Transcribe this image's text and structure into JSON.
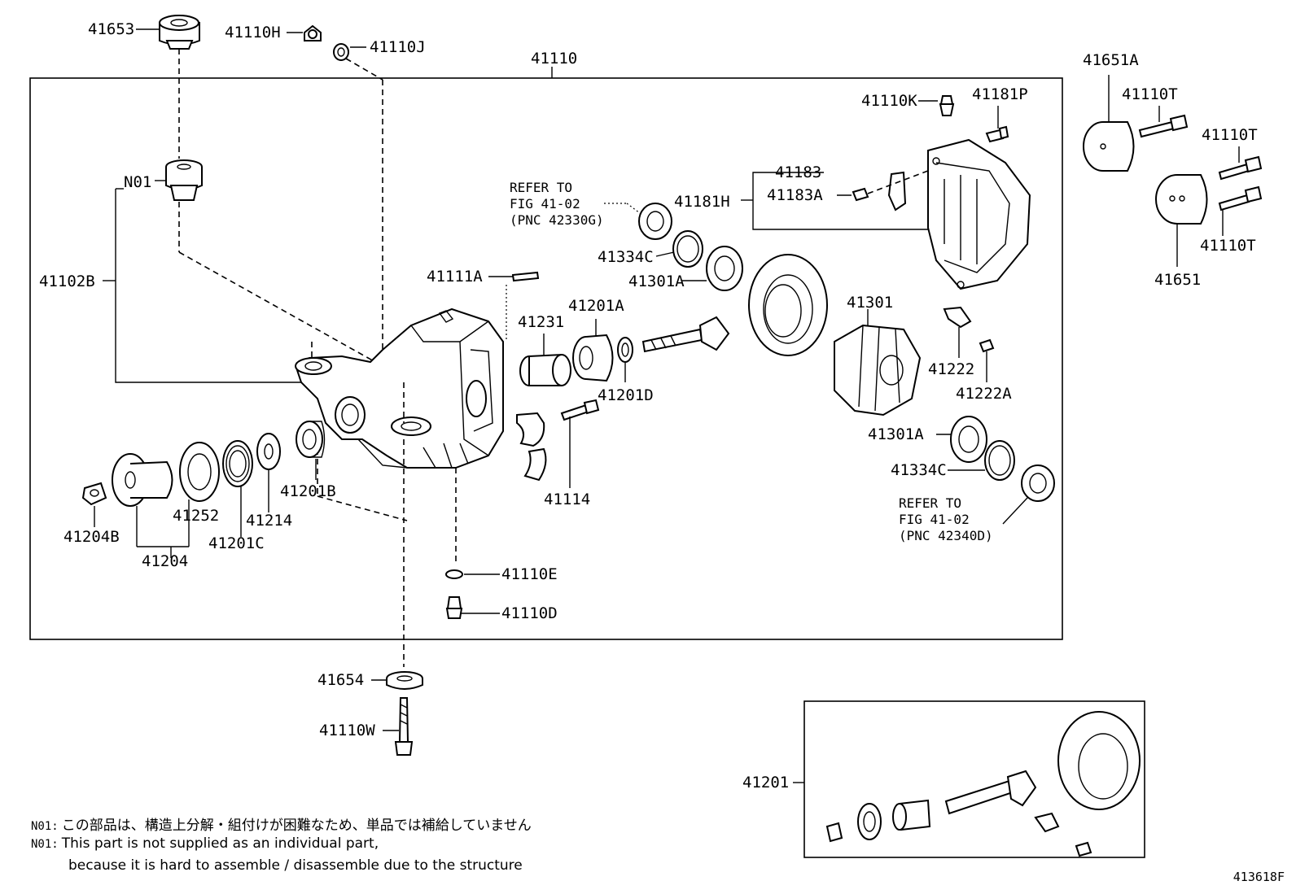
{
  "labels": {
    "p41653": "41653",
    "p41110H": "41110H",
    "p41110J": "41110J",
    "p41110": "41110",
    "p41651A": "41651A",
    "p41110T_a": "41110T",
    "p41110T_b": "41110T",
    "p41110T_c": "41110T",
    "p41651": "41651",
    "p41110K": "41110K",
    "p41181P": "41181P",
    "p41183": "41183",
    "p41181H": "41181H",
    "p41183A": "41183A",
    "n01": "N01",
    "p41102B": "41102B",
    "p41334C_a": "41334C",
    "p41301A_a": "41301A",
    "p41111A": "41111A",
    "p41231": "41231",
    "p41201A": "41201A",
    "p41301": "41301",
    "p41222": "41222",
    "p41222A": "41222A",
    "p41201D": "41201D",
    "p41301A_b": "41301A",
    "p41334C_b": "41334C",
    "p41114": "41114",
    "p41201B": "41201B",
    "p41252": "41252",
    "p41214": "41214",
    "p41204B": "41204B",
    "p41201C": "41201C",
    "p41204": "41204",
    "p41110E": "41110E",
    "p41110D": "41110D",
    "p41654": "41654",
    "p41110W": "41110W",
    "p41201": "41201"
  },
  "refers": {
    "top": {
      "line1": "REFER TO",
      "line2": "FIG 41-02",
      "line3": "(PNC 42330G)"
    },
    "bottom": {
      "line1": "REFER TO",
      "line2": "FIG 41-02",
      "line3": "(PNC 42340D)"
    }
  },
  "notes": {
    "tag": "N01:",
    "jp": "この部品は、構造上分解・組付けが困難なため、単品では補給していません",
    "en1": "This part is not supplied as an individual part,",
    "en2": "because it is hard to assemble / disassemble due to the structure"
  },
  "figure_code": "413618F"
}
